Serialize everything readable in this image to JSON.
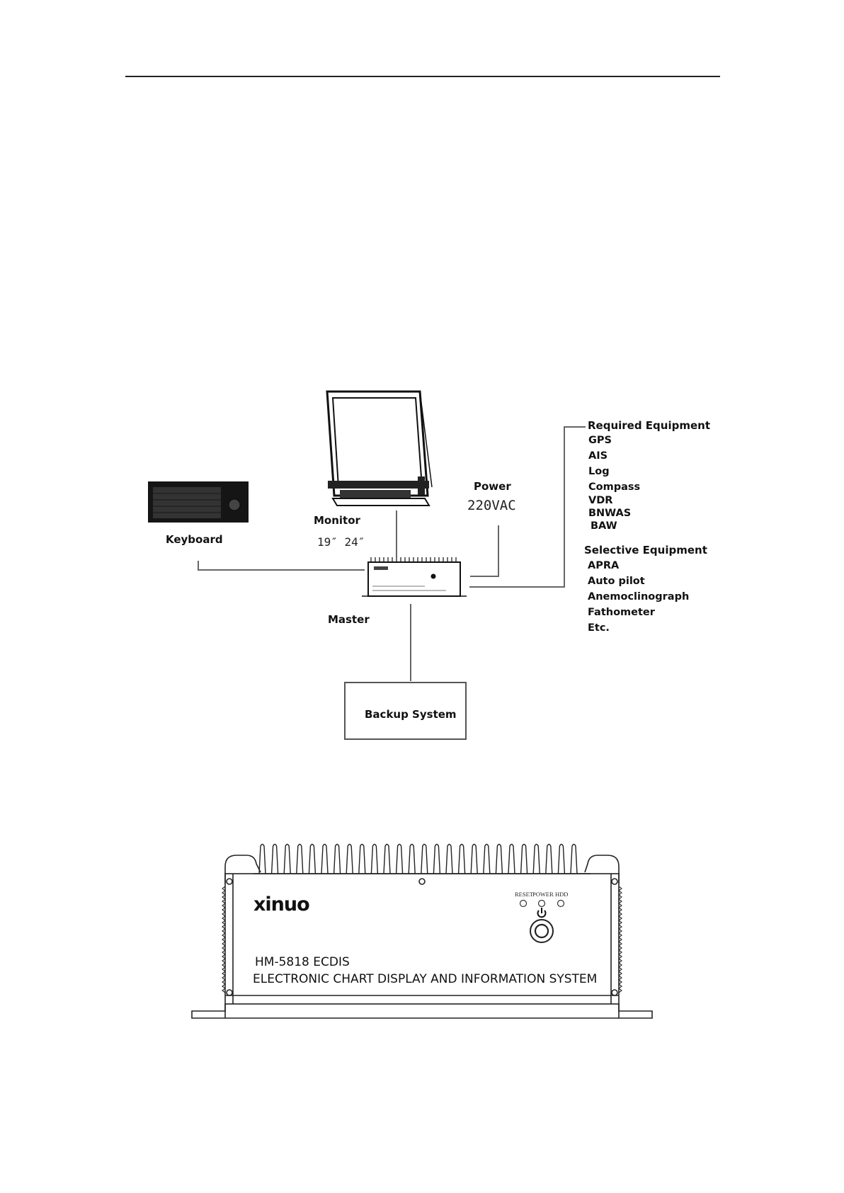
{
  "diagram": {
    "monitor_label": "Monitor",
    "monitor_sizes": "19″ 24″",
    "keyboard_label": "Keyboard",
    "power_label": "Power",
    "power_value": "220VAC",
    "master_label": "Master",
    "backup_label": "Backup System",
    "required_heading": "Required Equipment",
    "required_items": [
      "GPS",
      "AIS",
      "Log",
      "Compass",
      "VDR",
      "BNWAS",
      "BAW"
    ],
    "selective_heading": "Selective Equipment",
    "selective_items": [
      "APRA",
      "Auto pilot",
      "Anemoclinograph",
      "Fathometer",
      "Etc."
    ]
  },
  "device": {
    "brand": "xinuo",
    "model": "HM-5818 ECDIS",
    "subtitle": "ELECTRONIC CHART DISPLAY AND INFORMATION SYSTEM",
    "led_labels": [
      "RESET",
      "POWER",
      "HDD"
    ],
    "power_icon": "power-icon"
  }
}
